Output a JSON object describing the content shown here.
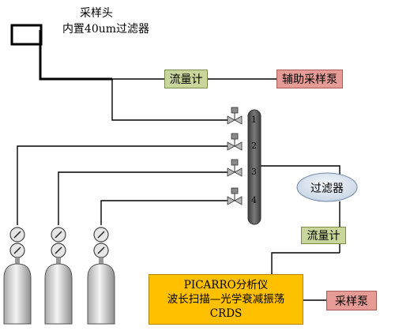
{
  "sampling_head": {
    "title": "采样头",
    "subtitle": "内置40um过滤器"
  },
  "flowmeter_top": {
    "label": "流量计"
  },
  "aux_pump": {
    "label": "辅助采样泵"
  },
  "valves": [
    {
      "number": "1"
    },
    {
      "number": "2"
    },
    {
      "number": "3"
    },
    {
      "number": "4"
    }
  ],
  "filter": {
    "label": "过滤器"
  },
  "flowmeter_bottom": {
    "label": "流量计"
  },
  "analyzer": {
    "line1": "PICARRO分析仪",
    "line2": "波长扫描—光学衰减振荡",
    "line3": "CRDS"
  },
  "sample_pump": {
    "label": "采样泵"
  },
  "colors": {
    "flowmeter": "#c8d69c",
    "pump": "#e79b96",
    "analyzer": "#ffc000",
    "manifold": "#555555",
    "filter": "#dde6f2"
  }
}
